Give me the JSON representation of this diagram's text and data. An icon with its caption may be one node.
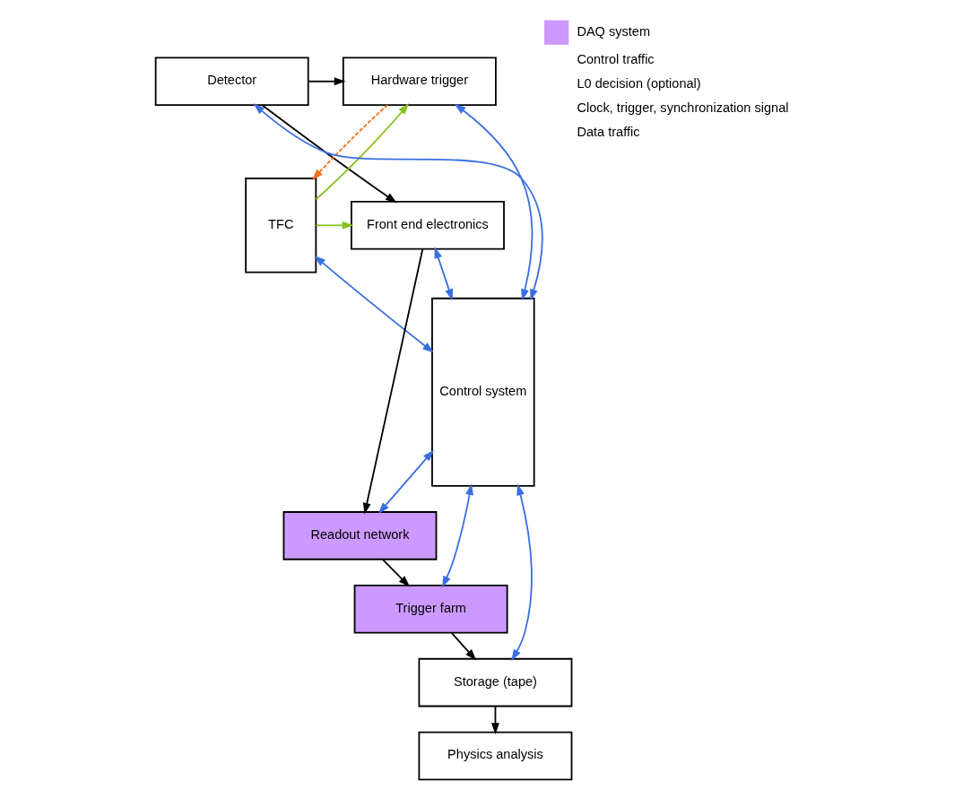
{
  "diagram": {
    "nodes": [
      {
        "text": [
          "Detector"
        ]
      },
      {
        "text": [
          "Hardware trigger"
        ]
      },
      {
        "text": [
          "TFC"
        ]
      },
      {
        "text": [
          "Front end electronics"
        ]
      },
      {
        "text": [
          "Readout network"
        ]
      },
      {
        "text": [
          "Trigger farm"
        ]
      },
      {
        "text": [
          "Control system"
        ]
      },
      {
        "text": [
          "Storage (tape)"
        ]
      },
      {
        "text": [
          "Physics analysis"
        ]
      }
    ],
    "edges": [
      {
        "from": 0,
        "to": 1,
        "arrow": "to",
        "color": "#000000"
      },
      {
        "from": 0,
        "to": 3,
        "arrow": "to",
        "color": "#000000"
      },
      {
        "from": 1,
        "to": 2,
        "arrow": "to",
        "style": "dashed",
        "color": "#f07020"
      },
      {
        "from": 2,
        "to": 1,
        "arrow": "to",
        "color": "#88c020"
      },
      {
        "from": 2,
        "to": 3,
        "arrow": "to",
        "color": "#88c020"
      },
      {
        "from": 3,
        "to": 4,
        "arrow": "to",
        "color": "#000000"
      },
      {
        "from": 4,
        "to": 5,
        "arrow": "to",
        "color": "#000000"
      },
      {
        "from": 5,
        "to": 7,
        "arrow": "to",
        "color": "#000000"
      },
      {
        "from": 7,
        "to": 8,
        "arrow": "to",
        "color": "#000000"
      },
      {
        "from": 1,
        "to": 6,
        "arrow": "both"
      },
      {
        "from": 2,
        "to": 6,
        "arrow": "both"
      },
      {
        "from": 6,
        "to": 3,
        "arrow": "both"
      },
      {
        "from": 6,
        "to": 4,
        "arrow": "both"
      },
      {
        "from": 6,
        "to": 5,
        "arrow": "both"
      },
      {
        "from": 6,
        "to": 7,
        "arrow": "both"
      },
      {
        "from": 6,
        "to": 0,
        "arrow": "both"
      }
    ],
    "legend": [
      {
        "text": "DAQ system",
        "color": "#cc99ff"
      },
      {
        "text": "Control traffic"
      },
      {
        "text": "L0 decision (optional)"
      },
      {
        "text": "Clock, trigger, synchronization signal"
      },
      {
        "text": "Data traffic"
      }
    ]
  }
}
